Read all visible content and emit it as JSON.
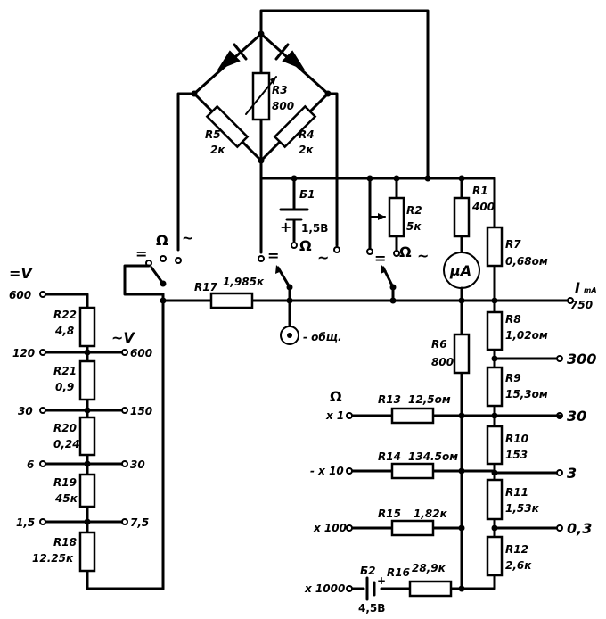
{
  "resistors": {
    "r1": {
      "name": "R1",
      "value": "400"
    },
    "r2": {
      "name": "R2",
      "value": "5к"
    },
    "r3": {
      "name": "R3",
      "value": "800"
    },
    "r4": {
      "name": "R4",
      "value": "2к"
    },
    "r5": {
      "name": "R5",
      "value": "2к"
    },
    "r6": {
      "name": "R6",
      "value": "800"
    },
    "r7": {
      "name": "R7",
      "value": "0,68ом"
    },
    "r8": {
      "name": "R8",
      "value": "1,02ом"
    },
    "r9": {
      "name": "R9",
      "value": "15,3ом"
    },
    "r10": {
      "name": "R10",
      "value": "153"
    },
    "r11": {
      "name": "R11",
      "value": "1,53к"
    },
    "r12": {
      "name": "R12",
      "value": "2,6к"
    },
    "r13": {
      "name": "R13",
      "value": "12,5ом"
    },
    "r14": {
      "name": "R14",
      "value": "134.5ом"
    },
    "r15": {
      "name": "R15",
      "value": "1,82к"
    },
    "r16": {
      "name": "R16",
      "value": "28,9к"
    },
    "r17": {
      "name": "R17",
      "value": "1,985к"
    },
    "r18": {
      "name": "R18",
      "value": "12.25к"
    },
    "r19": {
      "name": "R19",
      "value": "45к"
    },
    "r20": {
      "name": "R20",
      "value": "0,24"
    },
    "r21": {
      "name": "R21",
      "value": "0,9"
    },
    "r22": {
      "name": "R22",
      "value": "4,8"
    }
  },
  "batteries": {
    "b1": {
      "name": "Б1",
      "value": "1,5В",
      "plus": "+"
    },
    "b2": {
      "name": "Б2",
      "value": "4,5В",
      "plus": "+"
    }
  },
  "meter": {
    "label": "μA"
  },
  "common": {
    "label": "- общ."
  },
  "switch_labels": {
    "dc": "=",
    "ohm": "Ω",
    "ac": "~"
  },
  "dc_voltage": {
    "header": "=V",
    "ranges": [
      "600",
      "120",
      "30",
      "6",
      "1,5"
    ]
  },
  "ac_voltage": {
    "header": "~V",
    "ranges": [
      "600",
      "150",
      "30",
      "7,5"
    ]
  },
  "current": {
    "header": "I",
    "unit": "mA",
    "ranges": [
      "750",
      "300",
      "30",
      "3",
      "0,3"
    ]
  },
  "ohms": {
    "header": "Ω",
    "ranges": [
      "x 1",
      "- x 10",
      "x 100",
      "x 1000"
    ]
  }
}
